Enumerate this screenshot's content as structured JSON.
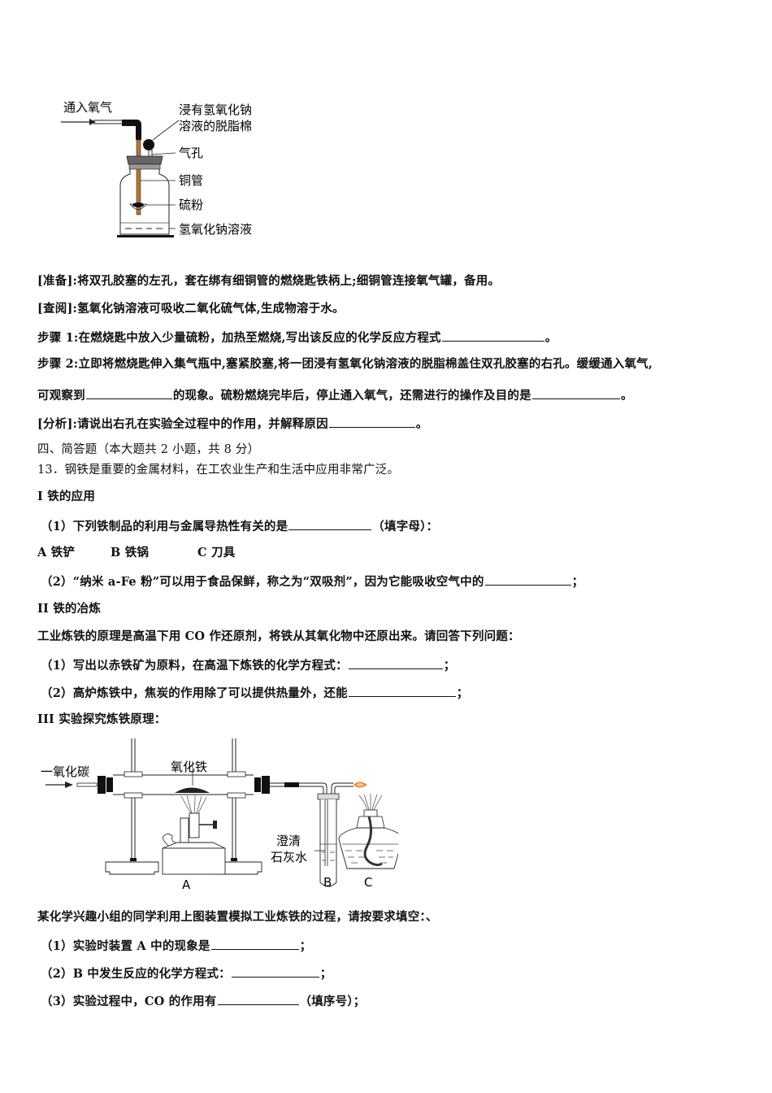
{
  "figure1": {
    "labels": {
      "oxygen_in": "通入氧气",
      "cotton": "浸有氢氧化钠",
      "cotton2": "溶液的脱脂棉",
      "air_hole": "气孔",
      "copper_tube": "铜管",
      "sulfur": "硫粉",
      "naoh_solution": "氢氧化钠溶液"
    }
  },
  "section_experiment": {
    "prep": "[准备]:将双孔胶塞的左孔，套在绑有细铜管的燃烧匙铁柄上;细铜管连接氧气罐，备用。",
    "lookup": "[查阅]:氢氧化钠溶液可吸收二氧化硫气体,生成物溶于水。",
    "step1_prefix": "步骤 1:在燃烧匙中放入少量硫粉，加热至燃烧,写出该反应的化学反应方程式",
    "step1_suffix": "。",
    "step2_line1": "步骤 2:立即将燃烧匙伸入集气瓶中,塞紧胶塞,将一团浸有氢氧化钠溶液的脱脂棉盖住双孔胶塞的右孔。缓缓通入氧气,",
    "step2_line2_a": "可观察到",
    "step2_line2_b": "的现象。硫粉燃烧完毕后，停止通入氧气，还需进行的操作及目的是",
    "step2_line2_c": "。",
    "analysis_prefix": "[分析]:请说出右孔在实验全过程中的作用，并解释原因",
    "analysis_suffix": "。"
  },
  "section4": {
    "heading": "四、简答题（本大题共 2 小题，共 8 分）",
    "q13": "13．钢铁是重要的金属材料，在工农业生产和生活中应用非常广泛。",
    "part1_title": "I 铁的应用",
    "p1_q1_prefix": "（1）下列铁制品的利用与金属导热性有关的是",
    "p1_q1_suffix": "（填字母）：",
    "options": [
      "A 铁铲",
      "B 铁锅",
      "C 刀具"
    ],
    "p1_q2_prefix": "（2）“纳米 a-Fe 粉”可以用于食品保鲜，称之为“双吸剂”，因为它能吸收空气中的",
    "p1_q2_suffix": "；",
    "part2_title": "II 铁的冶炼",
    "part2_intro": "工业炼铁的原理是高温下用 CO 作还原剂，将铁从其氧化物中还原出来。请回答下列问题：",
    "p2_q1_prefix": "（1）写出以赤铁矿为原料，在高温下炼铁的化学方程式：",
    "p2_q1_suffix": "；",
    "p2_q2_prefix": "（2）高炉炼铁中，焦炭的作用除了可以提供热量外，还能",
    "p2_q2_suffix": "；",
    "part3_title": "III 实验探究炼铁原理："
  },
  "figure2": {
    "labels": {
      "co": "一氧化碳",
      "fe2o3": "氧化铁",
      "limewater1": "澄清",
      "limewater2": "石灰水",
      "A": "A",
      "B": "B",
      "C": "C"
    }
  },
  "section_questions": {
    "intro": "某化学兴趣小组的同学利用上图装置模拟工业炼铁的过程，请按要求填空：、",
    "q1_prefix": "（1）实验时装置 A 中的现象是",
    "q1_suffix": "；",
    "q2_prefix": "（2）B 中发生反应的化学方程式：",
    "q2_suffix": "；",
    "q3_prefix": "（3）实验过程中，CO 的作用有",
    "q3_suffix": "（填序号）；"
  }
}
